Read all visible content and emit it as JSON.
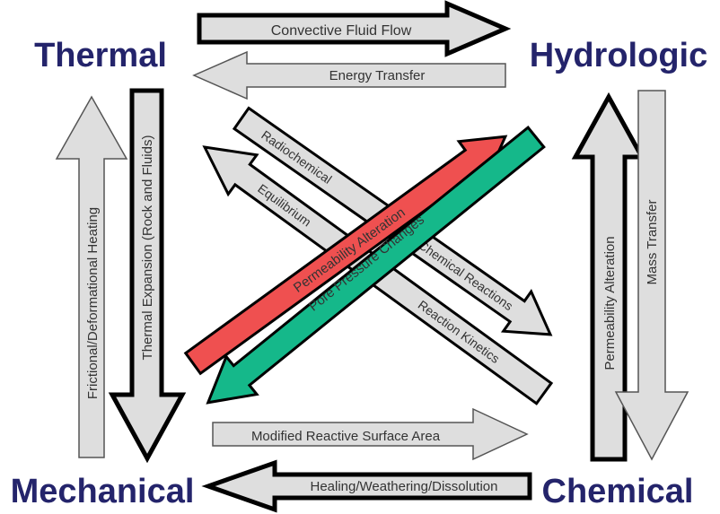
{
  "corners": {
    "thermal": "Thermal",
    "hydrologic": "Hydrologic",
    "mechanical": "Mechanical",
    "chemical": "Chemical"
  },
  "arrows": {
    "convective_fluid_flow": "Convective Fluid Flow",
    "energy_transfer": "Energy Transfer",
    "frictional_heating": "Frictional/Deformational Heating",
    "thermal_expansion": "Thermal Expansion (Rock and Fluids)",
    "permeability_alteration_right": "Permeability Alteration",
    "mass_transfer": "Mass Transfer",
    "modified_reactive_surface_area": "Modified Reactive Surface Area",
    "healing_weathering_dissolution": "Healing/Weathering/Dissolution",
    "radiochemical": "Radiochemical",
    "chemical_reactions": "Chemical Reactions",
    "equilibrium": "Equilibrium",
    "reaction_kinetics": "Reaction Kinetics",
    "permeability_alteration_diag": "Permeability Alteration",
    "pore_pressure_changes": "Pore Pressure Changes"
  },
  "colors": {
    "arrow_fill": "#dedede",
    "red_arrow": "#ef5050",
    "green_arrow": "#15b88a",
    "corner_text": "#24246b"
  }
}
